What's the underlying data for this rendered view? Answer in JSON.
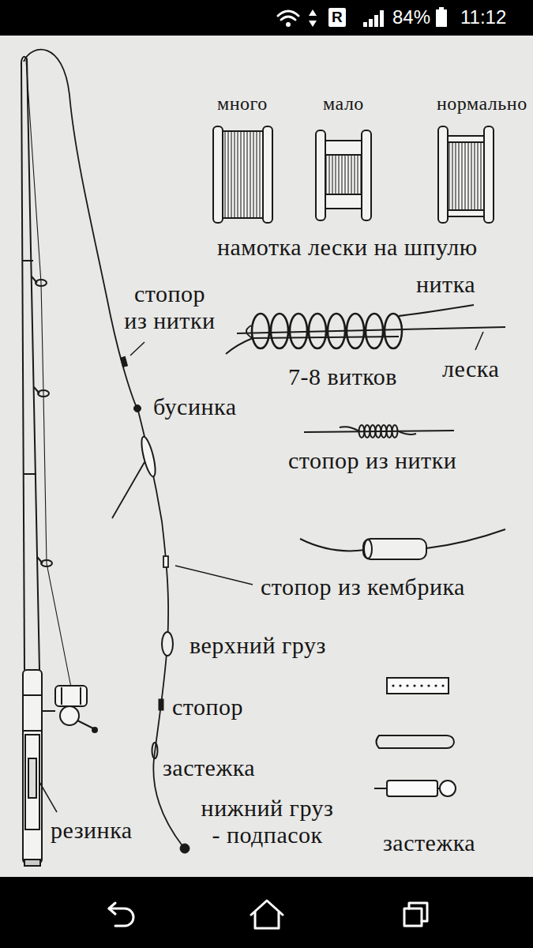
{
  "diagram": {
    "labels": [
      "R",
      "84%",
      "11:12",
      "много",
      "мало",
      "нормально",
      "намотка лески на шпулю",
      "нитка",
      "стопор из нитки",
      "леска",
      "7-8 витков",
      "бусинка",
      "стопор из нитки",
      "стопор из кембрика",
      "верхний груз",
      "стопор",
      "застежка",
      "нижний груз - подпасок",
      "резинка",
      "застежка"
    ]
  }
}
